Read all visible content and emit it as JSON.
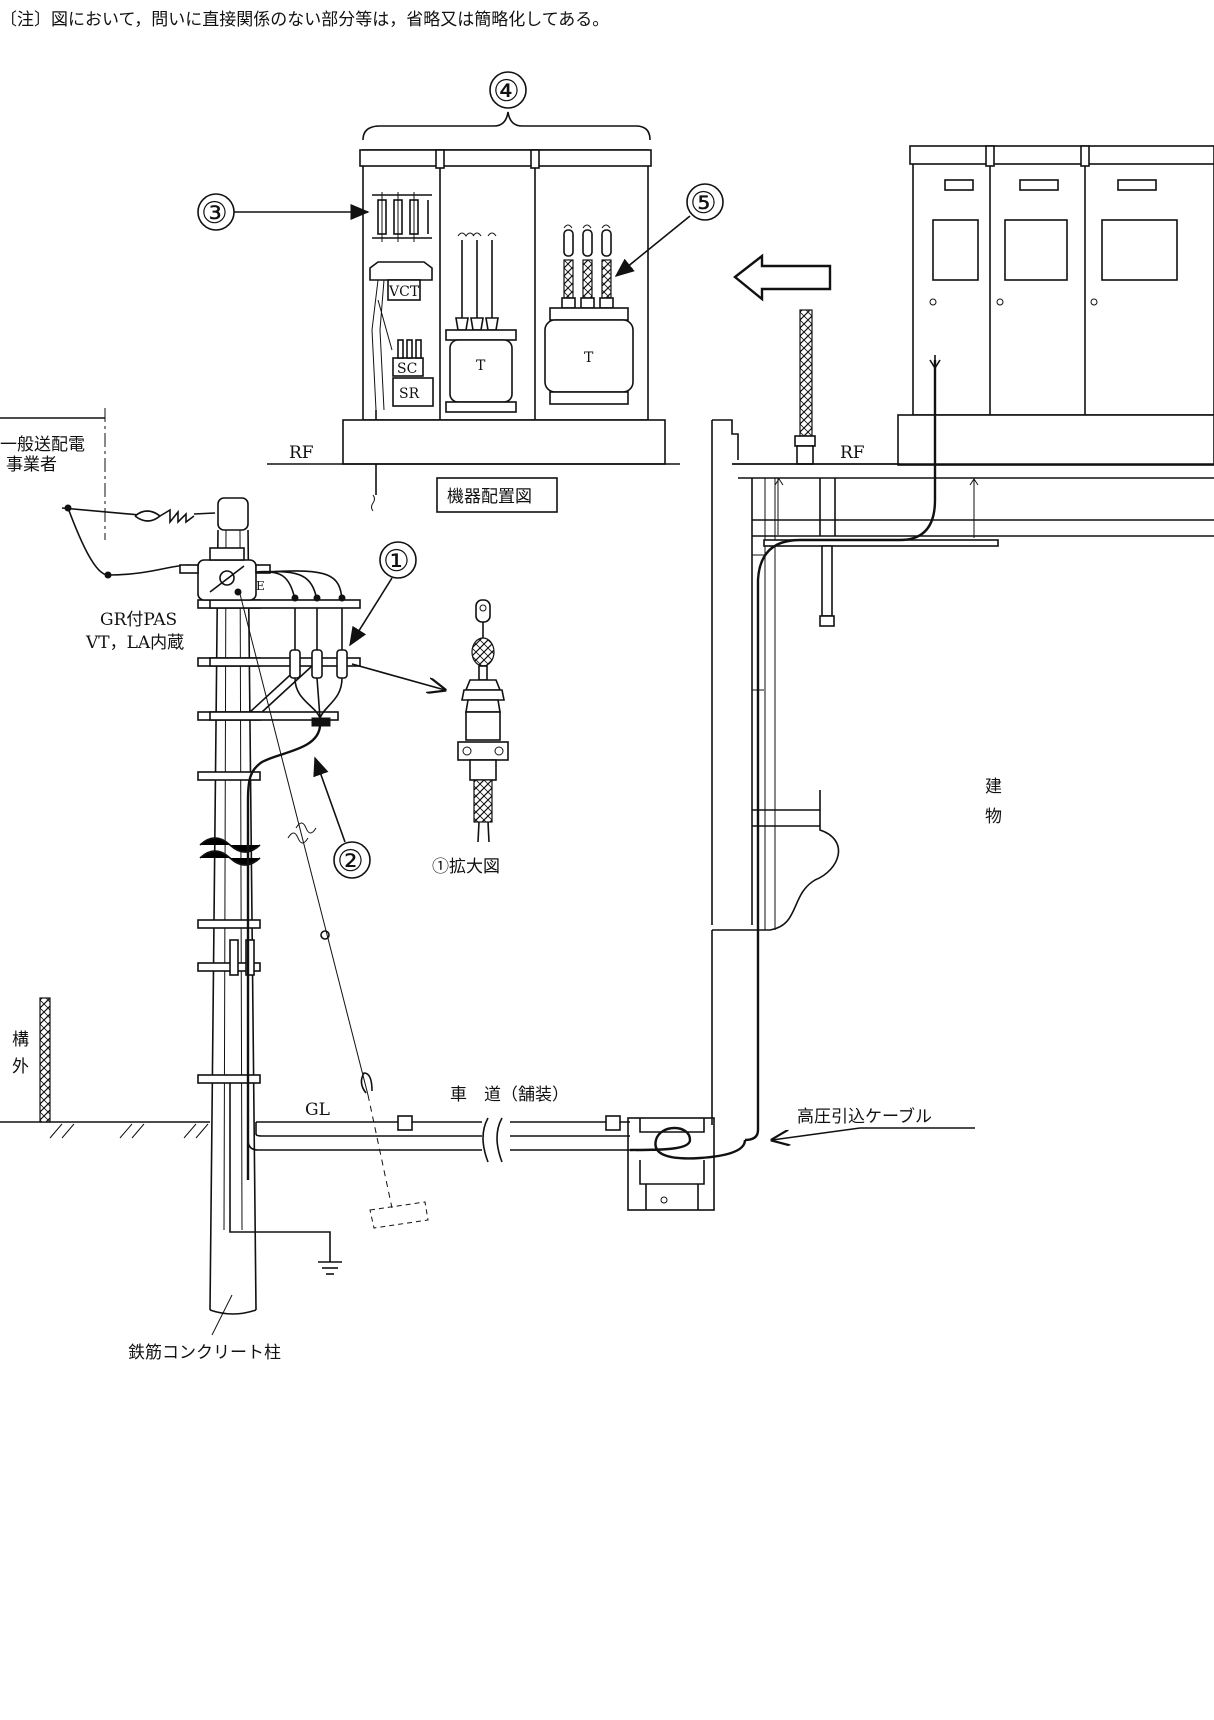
{
  "note": "〔注〕図において，問いに直接関係のない部分等は，省略又は簡略化してある。",
  "callouts": {
    "c1": "①",
    "c2": "②",
    "c3": "③",
    "c4": "④",
    "c5": "⑤"
  },
  "labels": {
    "vct": "VCT",
    "sc": "SC",
    "sr": "SR",
    "transformer_1": "T",
    "transformer_2": "T",
    "rf_left": "RF",
    "rf_right": "RF",
    "layout_caption": "機器配置図",
    "utility_line1": "一般送配電",
    "utility_line2": "事業者",
    "pas_line1": "GR付PAS",
    "pas_line2": "VT，LA内蔵",
    "pas_e": "E",
    "enlarged_caption": "①拡大図",
    "building_1": "建",
    "building_2": "物",
    "outside_1": "構",
    "outside_2": "外",
    "gl": "GL",
    "roadway": "車　道（舗装）",
    "hv_cable": "高圧引込ケーブル",
    "pole": "鉄筋コンクリート柱"
  }
}
